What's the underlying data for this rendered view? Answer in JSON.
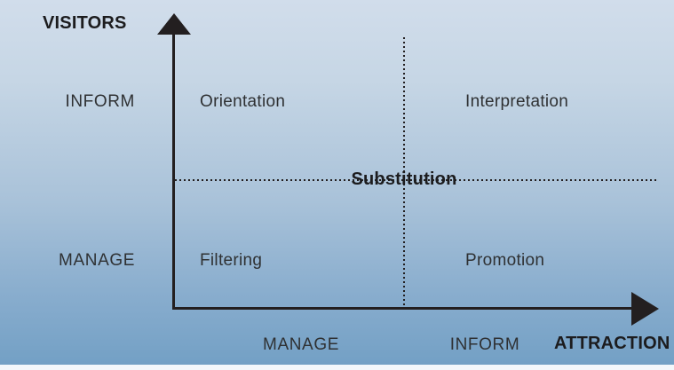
{
  "diagram": {
    "y_axis": {
      "label": "VISITORS",
      "ticks": [
        {
          "label": "INFORM"
        },
        {
          "label": "MANAGE"
        }
      ]
    },
    "x_axis": {
      "label": "ATTRACTION",
      "ticks": [
        {
          "label": "MANAGE"
        },
        {
          "label": "INFORM"
        }
      ]
    },
    "quadrants": [
      {
        "id": "top-left",
        "label": "Orientation"
      },
      {
        "id": "top-right",
        "label": "Interpretation"
      },
      {
        "id": "bottom-left",
        "label": "Filtering"
      },
      {
        "id": "bottom-right",
        "label": "Promotion"
      }
    ],
    "divider_label": "Substitution",
    "icons": [
      {
        "name": "up-arrowhead-icon"
      },
      {
        "name": "right-arrowhead-icon"
      }
    ]
  },
  "colors": {
    "gradient_top": "#d1ddeb",
    "gradient_bottom": "#73a0c5",
    "axis": "#231f20",
    "label_text": "#2f3133",
    "bold_text": "#1c1c1e",
    "bottom_strip": "#f3f7fb"
  }
}
